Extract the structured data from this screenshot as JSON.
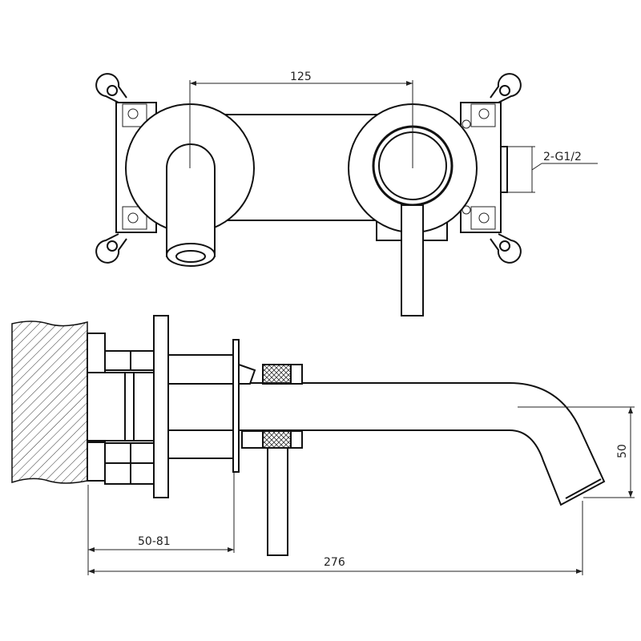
{
  "drawing": {
    "front_view": {
      "center_distance_label": "125",
      "inlet_label": "2-G1/2"
    },
    "side_view": {
      "wall_depth_label": "50-81",
      "total_projection_label": "276",
      "spout_height_label": "50"
    }
  }
}
